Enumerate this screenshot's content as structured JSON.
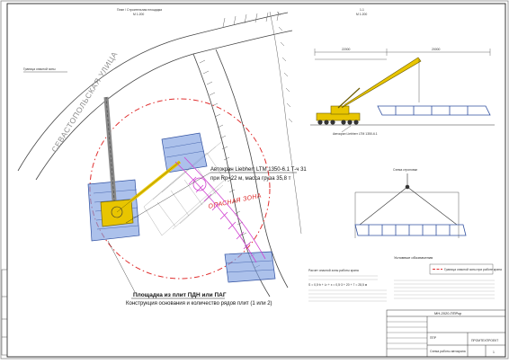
{
  "sheet": {
    "plan_title": "План / Строительная площадка",
    "plan_scale": "М 1:200",
    "section_title": "1-1",
    "section_scale": "М 1:200",
    "scheme_title": "Схема строповки"
  },
  "plan": {
    "street_name": "СЕВАСТОПОЛЬСКАЯ УЛИЦА",
    "danger_zone": "ОПАСНАЯ ЗОНА",
    "crane_label": "Автокран Liebherr LTM 1350-6.1 Т-ч 31",
    "crane_params": "при Rр=22 м, масса груза 35,8 т",
    "platform_label": "Площадка из плит ПДН или ПАГ",
    "platform_note": "Конструкция основания и количество рядов плит (1 или 2)",
    "boundary_note": "Граница опасной зоны"
  },
  "section": {
    "crane_caption": "Автокран Liebherr LTM 1350-6.1",
    "dims": [
      "22000",
      "20000"
    ]
  },
  "legend": {
    "title": "Условные обозначения",
    "items": [
      "Граница опасной зоны при работе крана"
    ]
  },
  "notes": {
    "calc_title": "Расчет опасной зоны работы крана",
    "calc_formula": "S = 0,5·b + Lг + x = 0,5·3 + 20 + 7 = 28,5 м"
  },
  "title_block": {
    "code": "МН-2020-ППРкр",
    "company": "ПРОМТЕХПРОЕКТ",
    "sheet_name": "Схема работы автокрана",
    "stage": "ППР",
    "sheet_no": "1"
  },
  "colors": {
    "danger": "#e03030",
    "crane": "#e8c500",
    "platform": "#6e8fd8",
    "magenta": "#d040d0",
    "road": "#444444"
  }
}
